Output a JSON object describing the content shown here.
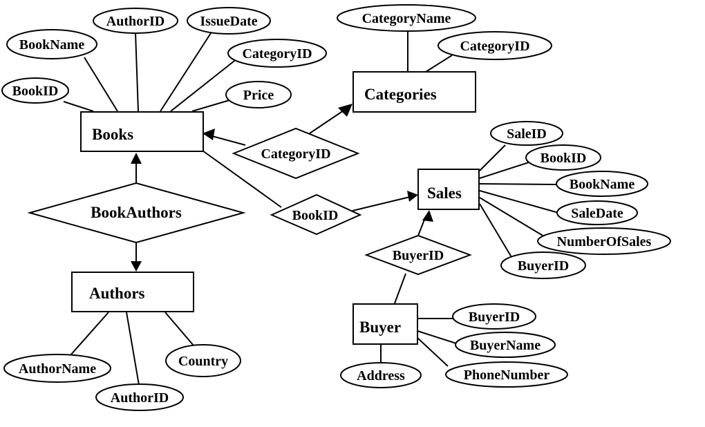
{
  "entities": {
    "books": "Books",
    "categories": "Categories",
    "sales": "Sales",
    "authors": "Authors",
    "buyer": "Buyer"
  },
  "relationships": {
    "category_id": "CategoryID",
    "book_authors": "BookAuthors",
    "book_id": "BookID",
    "buyer_id": "BuyerID"
  },
  "attributes": {
    "books": [
      "BookID",
      "BookName",
      "AuthorID",
      "IssueDate",
      "CategoryID",
      "Price"
    ],
    "categories": [
      "CategoryName",
      "CategoryID"
    ],
    "sales": [
      "SaleID",
      "BookID",
      "BookName",
      "SaleDate",
      "NumberOfSales",
      "BuyerID"
    ],
    "authors": [
      "AuthorName",
      "AuthorID",
      "Country"
    ],
    "buyer": [
      "Address",
      "BuyerID",
      "BuyerName",
      "PhoneNumber"
    ]
  },
  "colors": {
    "stroke": "#000000",
    "fill": "#ffffff"
  }
}
